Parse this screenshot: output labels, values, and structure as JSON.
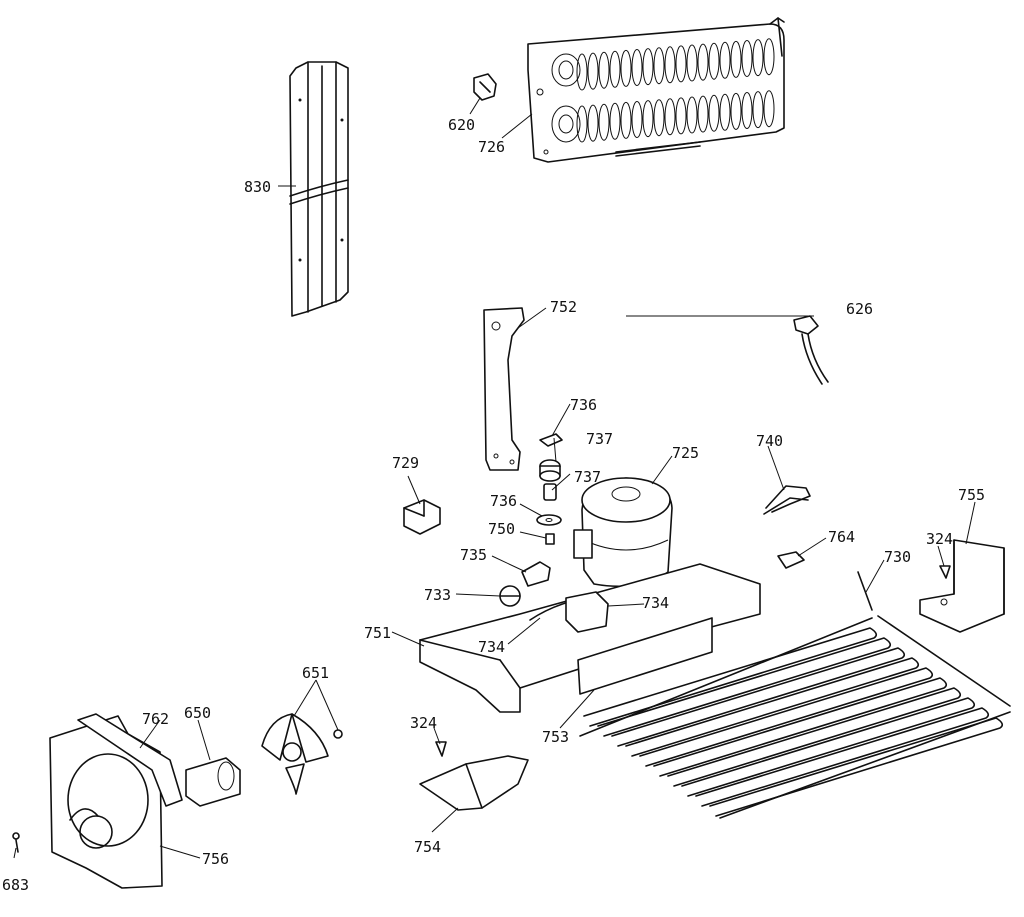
{
  "diagram": {
    "callouts": {
      "c830": "830",
      "c620": "620",
      "c726": "726",
      "c752": "752",
      "c626": "626",
      "c736a": "736",
      "c737a": "737",
      "c737b": "737",
      "c729": "729",
      "c725": "725",
      "c740": "740",
      "c736b": "736",
      "c750": "750",
      "c755": "755",
      "c324a": "324",
      "c764": "764",
      "c730": "730",
      "c735": "735",
      "c733": "733",
      "c734a": "734",
      "c734b": "734",
      "c751": "751",
      "c753": "753",
      "c651": "651",
      "c762": "762",
      "c650": "650",
      "c324b": "324",
      "c754": "754",
      "c756": "756",
      "c683": "683"
    }
  }
}
